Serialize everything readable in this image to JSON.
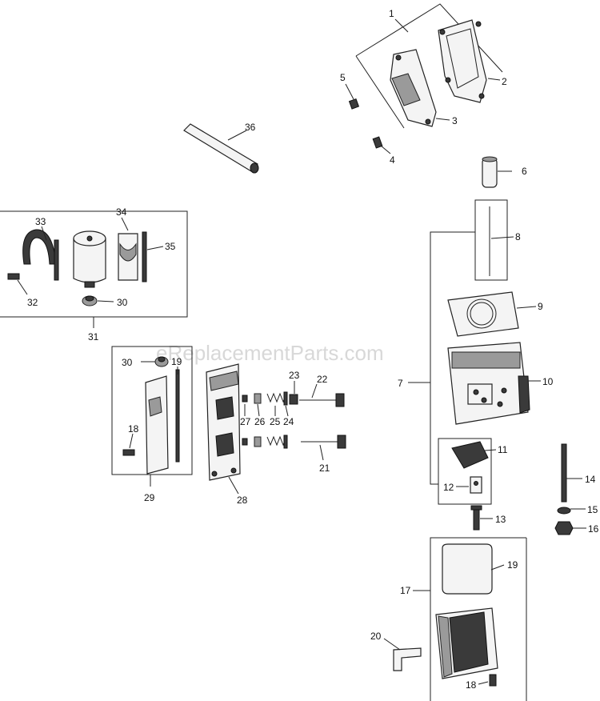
{
  "watermark": "eReplacementParts.com",
  "parts": [
    {
      "num": "1",
      "name": "label-1"
    },
    {
      "num": "2",
      "name": "label-2"
    },
    {
      "num": "3",
      "name": "label-3"
    },
    {
      "num": "4",
      "name": "label-4"
    },
    {
      "num": "5",
      "name": "label-5"
    },
    {
      "num": "6",
      "name": "label-6"
    },
    {
      "num": "7",
      "name": "label-7"
    },
    {
      "num": "8",
      "name": "label-8"
    },
    {
      "num": "9",
      "name": "label-9"
    },
    {
      "num": "10",
      "name": "label-10"
    },
    {
      "num": "11",
      "name": "label-11"
    },
    {
      "num": "12",
      "name": "label-12"
    },
    {
      "num": "13",
      "name": "label-13"
    },
    {
      "num": "14",
      "name": "label-14"
    },
    {
      "num": "15",
      "name": "label-15"
    },
    {
      "num": "16",
      "name": "label-16"
    },
    {
      "num": "17",
      "name": "label-17"
    },
    {
      "num": "18",
      "name": "label-18"
    },
    {
      "num": "19",
      "name": "label-19"
    },
    {
      "num": "20",
      "name": "label-20"
    },
    {
      "num": "21",
      "name": "label-21"
    },
    {
      "num": "22",
      "name": "label-22"
    },
    {
      "num": "23",
      "name": "label-23"
    },
    {
      "num": "24",
      "name": "label-24"
    },
    {
      "num": "25",
      "name": "label-25"
    },
    {
      "num": "26",
      "name": "label-26"
    },
    {
      "num": "27",
      "name": "label-27"
    },
    {
      "num": "28",
      "name": "label-28"
    },
    {
      "num": "29",
      "name": "label-29"
    },
    {
      "num": "30",
      "name": "label-30"
    },
    {
      "num": "31",
      "name": "label-31"
    },
    {
      "num": "32",
      "name": "label-32"
    },
    {
      "num": "33",
      "name": "label-33"
    },
    {
      "num": "34",
      "name": "label-34"
    },
    {
      "num": "35",
      "name": "label-35"
    },
    {
      "num": "36",
      "name": "label-36"
    }
  ],
  "extra_labels": {
    "label_30b": "30",
    "label_19b": "19",
    "label_18b": "18"
  }
}
